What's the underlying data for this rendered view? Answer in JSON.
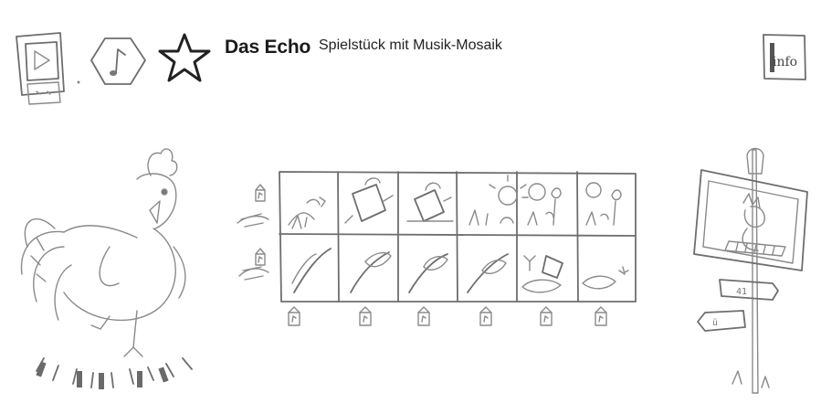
{
  "header": {
    "title": "Das Echo",
    "subtitle": "Spielstück mit Musik-Mosaik"
  },
  "toolbar": {
    "play_icon": "play-icon",
    "music_icon": "music-note-icon",
    "star_icon": "star-icon",
    "info_label": "info"
  },
  "mosaic": {
    "columns": 6,
    "top_row": [
      "watering-can-plant",
      "watering-can",
      "watering-can-pouring",
      "sun-sprouts",
      "sun-flowers",
      "sun-flower"
    ],
    "bottom_row": [
      "leaves",
      "leaves",
      "leaves",
      "leaves",
      "butterfly-leaf",
      "leaf-bee"
    ]
  },
  "signpost": {
    "upper_sign": "41",
    "lower_sign": "ü"
  }
}
